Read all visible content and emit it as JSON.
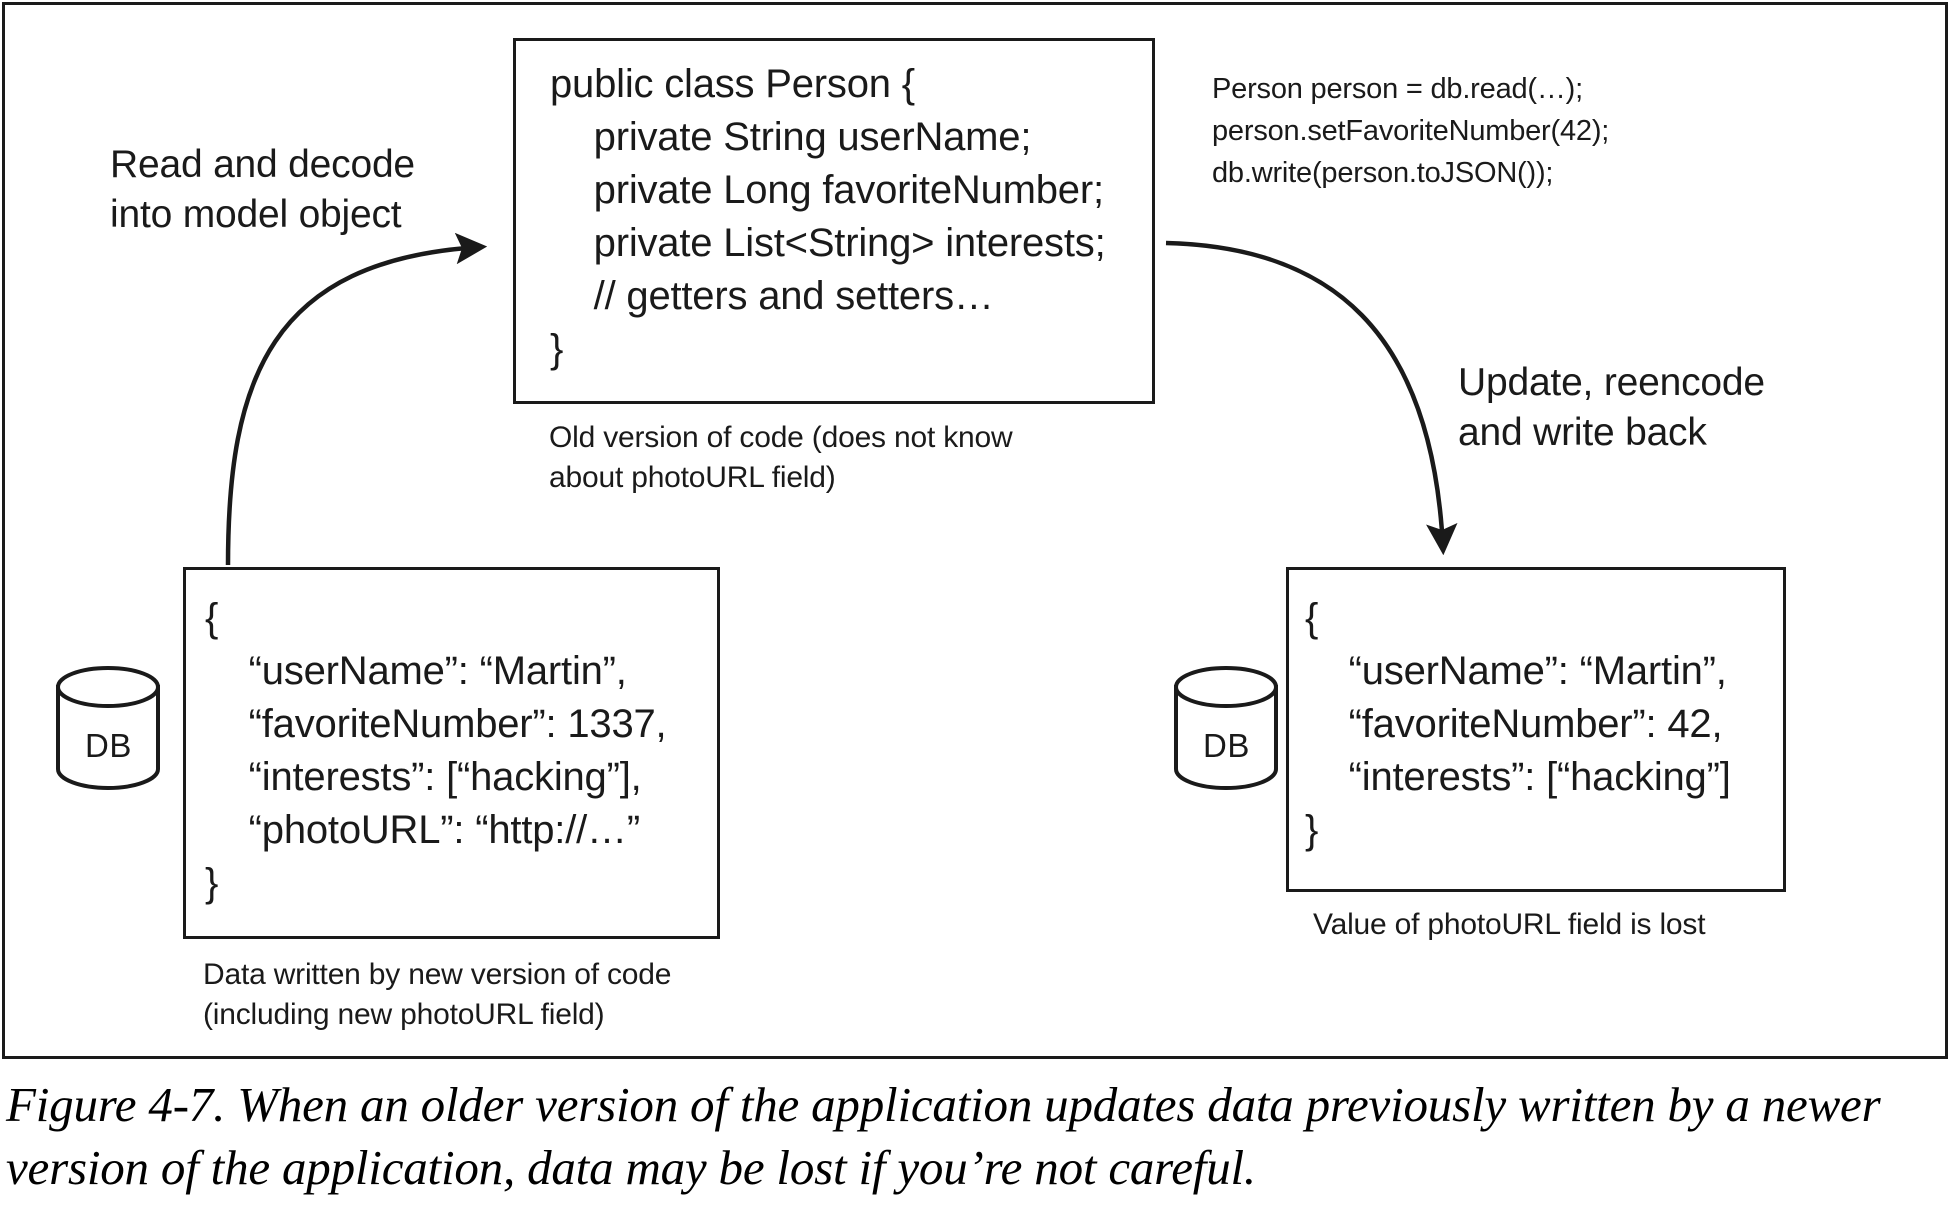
{
  "figure": {
    "caption": "Figure 4-7. When an older version of the application updates data previously written by a newer version of the application, data may be lost if you’re not careful."
  },
  "class_box": {
    "code": "public class Person {\n    private String userName;\n    private Long favoriteNumber;\n    private List<String> interests;\n    // getters and setters…\n}",
    "caption": "Old version of code (does not know\nabout photoURL field)"
  },
  "snippet": {
    "code": "Person person = db.read(…);\nperson.setFavoriteNumber(42);\ndb.write(person.toJSON());"
  },
  "arrows": {
    "read_label": "Read and decode\ninto model object",
    "write_label": "Update, reencode\nand write back"
  },
  "json_left": {
    "code": "{\n    “userName”: “Martin”,\n    “favoriteNumber”: 1337,\n    “interests”: [“hacking”],\n    “photoURL”: “http://…”\n}",
    "caption": "Data written by new version of code\n(including new photoURL field)"
  },
  "json_right": {
    "code": "{\n    “userName”: “Martin”,\n    “favoriteNumber”: 42,\n    “interests”: [“hacking”]\n}",
    "caption": "Value of photoURL field is lost"
  },
  "databases": {
    "left_label": "DB",
    "right_label": "DB"
  },
  "colors": {
    "stroke": "#1a1a1a",
    "background": "#ffffff"
  }
}
